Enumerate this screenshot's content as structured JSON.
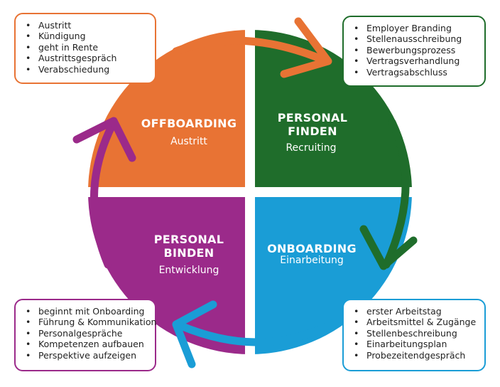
{
  "colors": {
    "offboarding": "#e87334",
    "finden": "#1f6d2b",
    "onboarding": "#1a9dd6",
    "binden": "#9b2a8a"
  },
  "quadrants": {
    "offboarding": {
      "title": "OFFBOARDING",
      "subtitle": "Austritt"
    },
    "finden": {
      "title_line1": "PERSONAL",
      "title_line2": "FINDEN",
      "subtitle": "Recruiting"
    },
    "onboarding": {
      "title": "ONBOARDING",
      "subtitle": "Einarbeitung"
    },
    "binden": {
      "title_line1": "PERSONAL",
      "title_line2": "BINDEN",
      "subtitle": "Entwicklung"
    }
  },
  "boxes": {
    "offboarding": [
      "Austritt",
      "Kündigung",
      "geht in Rente",
      "Austrittsgespräch",
      "Verabschiedung"
    ],
    "finden": [
      "Employer Branding",
      "Stellenausschreibung",
      "Bewerbungsprozess",
      "Vertragsverhandlung",
      "Vertragsabschluss"
    ],
    "onboarding": [
      "erster Arbeitstag",
      "Arbeitsmittel & Zugänge",
      "Stellenbeschreibung",
      "Einarbeitungsplan",
      "Probezeitendgespräch"
    ],
    "binden": [
      "beginnt mit Onboarding",
      "Führung & Kommunikation",
      "Personalgespräche",
      "Kompetenzen aufbauen",
      "Perspektive aufzeigen"
    ]
  }
}
